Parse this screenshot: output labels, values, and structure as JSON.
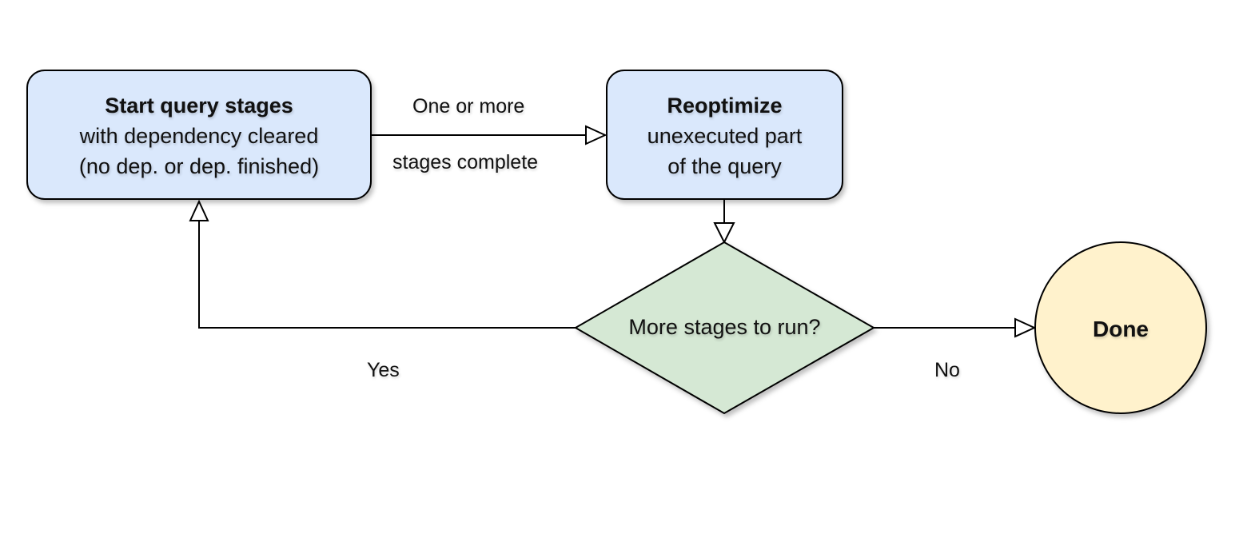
{
  "diagram": {
    "nodes": {
      "start": {
        "title": "Start query stages",
        "line2": "with dependency cleared",
        "line3": "(no dep. or dep. finished)",
        "fill": "#dae8fc"
      },
      "reoptimize": {
        "title": "Reoptimize",
        "line2": "unexecuted part",
        "line3": "of the query",
        "fill": "#dae8fc"
      },
      "decision": {
        "label": "More stages to run?",
        "fill": "#d5e8d4"
      },
      "done": {
        "label": "Done",
        "fill": "#fff2cc"
      }
    },
    "edges": {
      "start_to_reoptimize": {
        "label_top": "One or more",
        "label_bottom": "stages complete"
      },
      "decision_to_start": {
        "label": "Yes"
      },
      "decision_to_done": {
        "label": "No"
      }
    },
    "stroke": "#000000"
  }
}
